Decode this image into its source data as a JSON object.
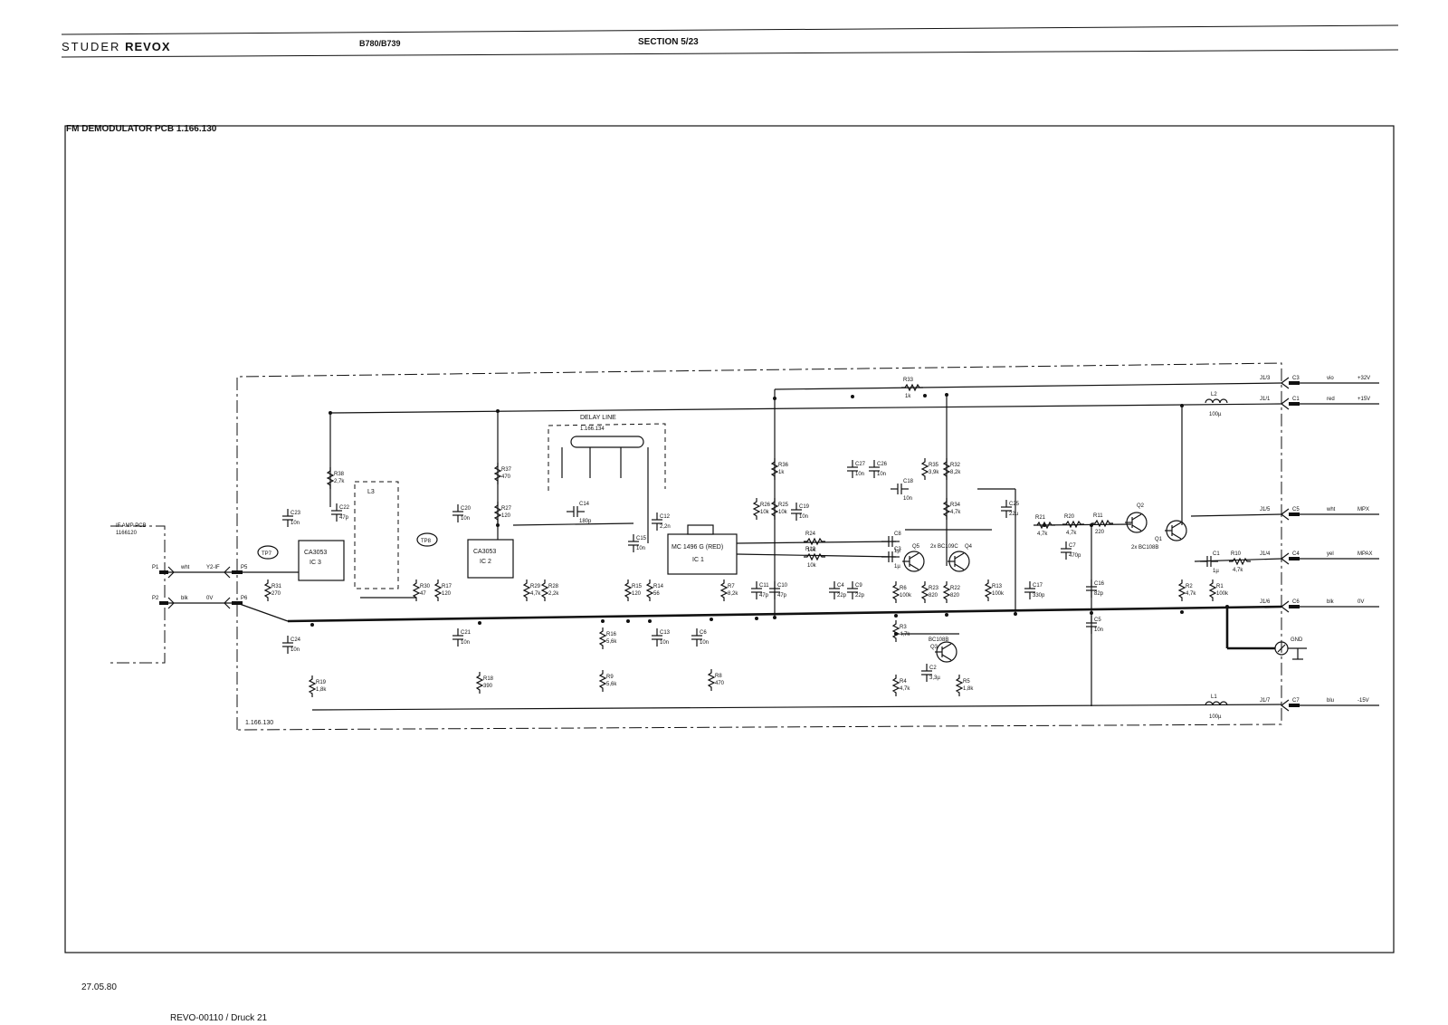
{
  "header": {
    "brand_studer": "STUDER",
    "brand_revox": "REVOX",
    "model": "B780/B739",
    "section": "SECTION 5/23"
  },
  "title": "FM DEMODULATOR PCB 1.166.130",
  "date": "27.05.80",
  "footer_ref": "REVO-00110 / Druck 21",
  "schematic": {
    "board_ref": "1.166.130",
    "if_amp_label": "IF AMP PCB",
    "if_amp_ref": "1166120",
    "delay_line_label": "DELAY LINE",
    "delay_line_ref": "1.166.134",
    "ics": [
      {
        "ref": "IC 3",
        "type": "CA3053"
      },
      {
        "ref": "IC 2",
        "type": "CA3053"
      },
      {
        "ref": "IC 1",
        "type": "MC 1496 G (RED)"
      }
    ],
    "transistors_q4q5": "2x BC109C",
    "transistor_q3": "BC108B",
    "transistors_q1q2": "2x BC108B",
    "test_points": [
      "TP7",
      "TP8"
    ],
    "coil_l3": "L3",
    "inputs": [
      {
        "pin": "P1",
        "color": "wht",
        "signal": "Y2-IF",
        "pad": "P5"
      },
      {
        "pin": "P2",
        "color": "blk",
        "signal": "0V",
        "pad": "P6"
      }
    ],
    "connectors": [
      {
        "pin": "J1/3",
        "pad": "C3",
        "color": "vio",
        "signal": "+32V"
      },
      {
        "pin": "J1/1",
        "pad": "C1",
        "color": "red",
        "signal": "+15V"
      },
      {
        "pin": "J1/5",
        "pad": "C5",
        "color": "wht",
        "signal": "MPX"
      },
      {
        "pin": "J1/4",
        "pad": "C4",
        "color": "yel",
        "signal": "MPAX"
      },
      {
        "pin": "J1/6",
        "pad": "C6",
        "color": "blk",
        "signal": "0V"
      },
      {
        "pin": "J1/7",
        "pad": "C7",
        "color": "blu",
        "signal": "-15V"
      }
    ],
    "gnd_label": "GND",
    "inductors": [
      {
        "ref": "L2",
        "value": "100µ"
      },
      {
        "ref": "L1",
        "value": "100µ"
      }
    ],
    "resistors": [
      {
        "ref": "R38",
        "value": "2,7k"
      },
      {
        "ref": "R31",
        "value": "270"
      },
      {
        "ref": "R19",
        "value": "1,8k"
      },
      {
        "ref": "R30",
        "value": "47"
      },
      {
        "ref": "R17",
        "value": "120"
      },
      {
        "ref": "R37",
        "value": "470"
      },
      {
        "ref": "R27",
        "value": "120"
      },
      {
        "ref": "R29",
        "value": "4,7k"
      },
      {
        "ref": "R28",
        "value": "2,2k"
      },
      {
        "ref": "R18",
        "value": "390"
      },
      {
        "ref": "R15",
        "value": "120"
      },
      {
        "ref": "R14",
        "value": "56"
      },
      {
        "ref": "R16",
        "value": "5,6k"
      },
      {
        "ref": "R9",
        "value": "5,6k"
      },
      {
        "ref": "R7",
        "value": "8,2k"
      },
      {
        "ref": "R8",
        "value": "470"
      },
      {
        "ref": "R36",
        "value": "1k"
      },
      {
        "ref": "R26",
        "value": "10k"
      },
      {
        "ref": "R25",
        "value": "10k"
      },
      {
        "ref": "R24",
        "value": "10k"
      },
      {
        "ref": "R12",
        "value": "10k"
      },
      {
        "ref": "R33",
        "value": "1k"
      },
      {
        "ref": "R35",
        "value": "3,9k"
      },
      {
        "ref": "R32",
        "value": "8,2k"
      },
      {
        "ref": "R34",
        "value": "4,7k"
      },
      {
        "ref": "R6",
        "value": "100k"
      },
      {
        "ref": "R23",
        "value": "820"
      },
      {
        "ref": "R22",
        "value": "820"
      },
      {
        "ref": "R13",
        "value": "100k"
      },
      {
        "ref": "R3",
        "value": "4,7k"
      },
      {
        "ref": "R4",
        "value": "4,7k"
      },
      {
        "ref": "R5",
        "value": "1,8k"
      },
      {
        "ref": "R21",
        "value": "4,7k"
      },
      {
        "ref": "R20",
        "value": "4,7k"
      },
      {
        "ref": "R11",
        "value": "220"
      },
      {
        "ref": "R2",
        "value": "4,7k"
      },
      {
        "ref": "R1",
        "value": "100k"
      },
      {
        "ref": "R10",
        "value": "4,7k"
      }
    ],
    "capacitors": [
      {
        "ref": "C23",
        "value": "10n"
      },
      {
        "ref": "C22",
        "value": "47p"
      },
      {
        "ref": "C24",
        "value": "10n"
      },
      {
        "ref": "C20",
        "value": "10n"
      },
      {
        "ref": "C21",
        "value": "10n"
      },
      {
        "ref": "C14",
        "value": "180p"
      },
      {
        "ref": "C12",
        "value": "2,2n"
      },
      {
        "ref": "C15",
        "value": "10n"
      },
      {
        "ref": "C13",
        "value": "10n"
      },
      {
        "ref": "C6",
        "value": "10n"
      },
      {
        "ref": "C11",
        "value": "47p"
      },
      {
        "ref": "C10",
        "value": "47p"
      },
      {
        "ref": "C19",
        "value": "10n"
      },
      {
        "ref": "C4",
        "value": "22p"
      },
      {
        "ref": "C9",
        "value": "22p"
      },
      {
        "ref": "C27",
        "value": "10n"
      },
      {
        "ref": "C26",
        "value": "10n"
      },
      {
        "ref": "C18",
        "value": "10n"
      },
      {
        "ref": "C8",
        "value": "1µ"
      },
      {
        "ref": "C3",
        "value": "1µ"
      },
      {
        "ref": "C2",
        "value": "3,3µ"
      },
      {
        "ref": "C25",
        "value": "22µ"
      },
      {
        "ref": "C17",
        "value": "330p"
      },
      {
        "ref": "C7",
        "value": "470p"
      },
      {
        "ref": "C16",
        "value": "82p"
      },
      {
        "ref": "C5",
        "value": "10n"
      },
      {
        "ref": "C1",
        "value": "1µ"
      }
    ]
  }
}
